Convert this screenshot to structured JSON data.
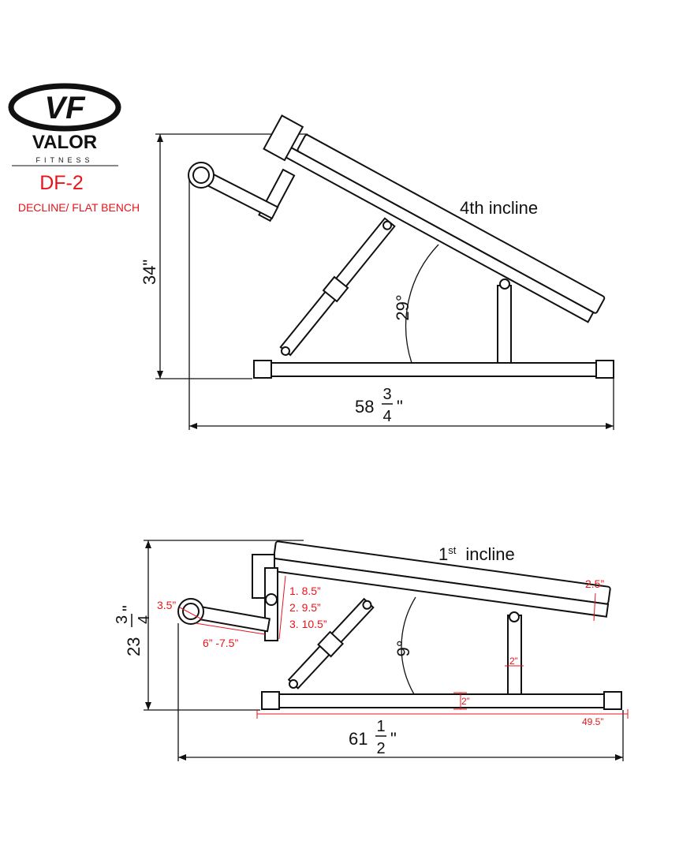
{
  "brand": {
    "logo_mark": "VF",
    "name": "VALOR",
    "sub": "FITNESS"
  },
  "model": "DF-2",
  "description": "DECLINE/ FLAT BENCH",
  "top_view": {
    "label": "4th incline",
    "angle": "29°",
    "height": {
      "whole": "34",
      "unit": "\""
    },
    "width": {
      "whole": "58",
      "num": "3",
      "den": "4",
      "unit": "\""
    }
  },
  "bottom_view": {
    "label_ord": "1",
    "label_sup": "st",
    "label": "incline",
    "angle": "9°",
    "height": {
      "whole": "23",
      "num": "3",
      "den": "4",
      "unit": "\""
    },
    "width": {
      "whole": "61",
      "num": "1",
      "den": "2",
      "unit": "\""
    },
    "callouts": {
      "roller_diameter": "3.5”",
      "leg_arm": "6” -7.5”",
      "leg_height_1": "1. 8.5”",
      "leg_height_2": "2. 9.5”",
      "leg_height_3": "3. 10.5”",
      "pad_thickness": "2.5”",
      "post_width": "2”",
      "base_tube": "2”",
      "base_length": "49.5”"
    }
  }
}
